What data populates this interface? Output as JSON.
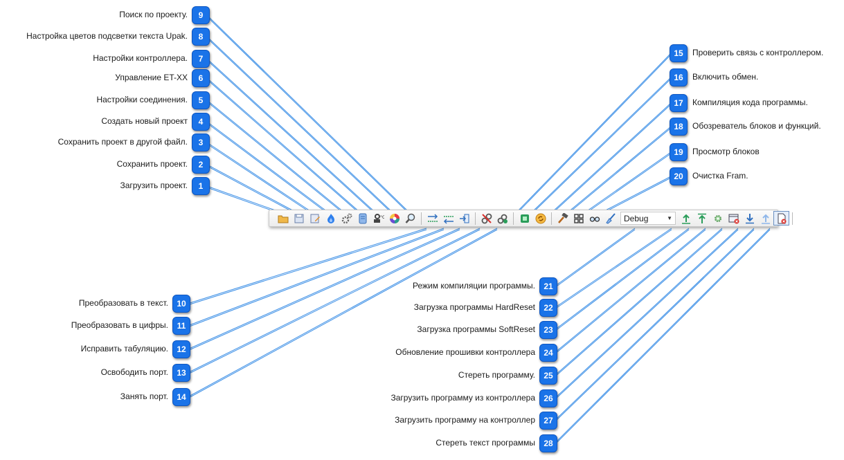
{
  "callouts_left": [
    {
      "num": "9",
      "text": "Поиск по проекту."
    },
    {
      "num": "8",
      "text": "Настройка цветов подсветки текста Upak."
    },
    {
      "num": "7",
      "text": "Настройки контроллера."
    },
    {
      "num": "6",
      "text": "Управление ET-XX"
    },
    {
      "num": "5",
      "text": "Настройки соединения."
    },
    {
      "num": "4",
      "text": "Создать новый проект"
    },
    {
      "num": "3",
      "text": "Сохранить проект в другой файл."
    },
    {
      "num": "2",
      "text": "Сохранить проект."
    },
    {
      "num": "1",
      "text": "Загрузить проект."
    }
  ],
  "callouts_right_top": [
    {
      "num": "15",
      "text": "Проверить связь с контроллером."
    },
    {
      "num": "16",
      "text": "Включить обмен."
    },
    {
      "num": "17",
      "text": "Компиляция кода программы."
    },
    {
      "num": "18",
      "text": "Обозреватель блоков и функций."
    },
    {
      "num": "19",
      "text": "Просмотр блоков"
    },
    {
      "num": "20",
      "text": "Очистка Fram."
    }
  ],
  "callouts_left_bottom": [
    {
      "num": "10",
      "text": "Преобразовать в текст."
    },
    {
      "num": "11",
      "text": "Преобразовать в цифры."
    },
    {
      "num": "12",
      "text": "Исправить табуляцию."
    },
    {
      "num": "13",
      "text": "Освободить порт."
    },
    {
      "num": "14",
      "text": "Занять порт."
    }
  ],
  "callouts_right_bottom": [
    {
      "num": "21",
      "text": "Режим компиляции программы."
    },
    {
      "num": "22",
      "text": "Загрузка программы HardReset"
    },
    {
      "num": "23",
      "text": "Загрузка программы SoftReset"
    },
    {
      "num": "24",
      "text": "Обновление прошивки контроллера"
    },
    {
      "num": "25",
      "text": "Стереть программу."
    },
    {
      "num": "26",
      "text": "Загрузить программу из контроллера"
    },
    {
      "num": "27",
      "text": "Загрузить программу на контроллер"
    },
    {
      "num": "28",
      "text": "Стереть текст программы"
    }
  ],
  "toolbar": {
    "compile_mode": "Debug",
    "icons": [
      "open-folder-icon",
      "save-icon",
      "save-as-icon",
      "new-project-icon",
      "connection-settings-icon",
      "et-xx-icon",
      "controller-settings-icon",
      "color-palette-icon",
      "search-icon",
      "to-text-icon",
      "to-digits-icon",
      "fix-tabs-icon",
      "release-port-icon",
      "acquire-port-icon",
      "check-link-icon",
      "enable-exchange-icon",
      "compile-icon",
      "block-browser-icon",
      "view-blocks-icon",
      "clear-fram-icon",
      "hardreset-upload-icon",
      "softreset-upload-icon",
      "firmware-update-icon",
      "erase-program-icon",
      "download-from-controller-icon",
      "upload-to-controller-icon",
      "erase-text-icon"
    ]
  },
  "colors": {
    "badge": "#1a73e8",
    "connector": "#3a8ee6"
  }
}
